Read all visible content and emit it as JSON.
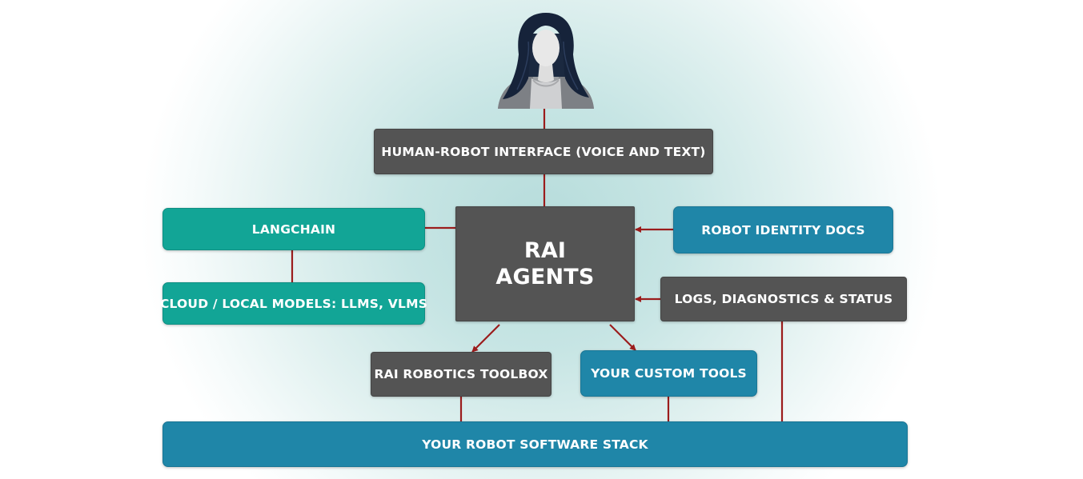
{
  "colors": {
    "connector": "#9b1c1c",
    "gray_box": "#545454",
    "teal_box": "#12a596",
    "blue_box": "#1f86a8"
  },
  "icons": {
    "user": "user-avatar-icon"
  },
  "nodes": {
    "human_robot_interface": "HUMAN-ROBOT INTERFACE (VOICE AND TEXT)",
    "langchain": "LANGCHAIN",
    "cloud_local_models": "CLOUD / LOCAL MODELS: LLMS, VLMS",
    "rai_agents_line1": "RAI",
    "rai_agents_line2": "AGENTS",
    "robot_identity_docs": "ROBOT IDENTITY DOCS",
    "logs_diagnostics_status": "LOGS, DIAGNOSTICS & STATUS",
    "rai_robotics_toolbox": "RAI ROBOTICS TOOLBOX",
    "your_custom_tools": "YOUR CUSTOM TOOLS",
    "your_robot_software_stack": "YOUR ROBOT SOFTWARE STACK"
  }
}
